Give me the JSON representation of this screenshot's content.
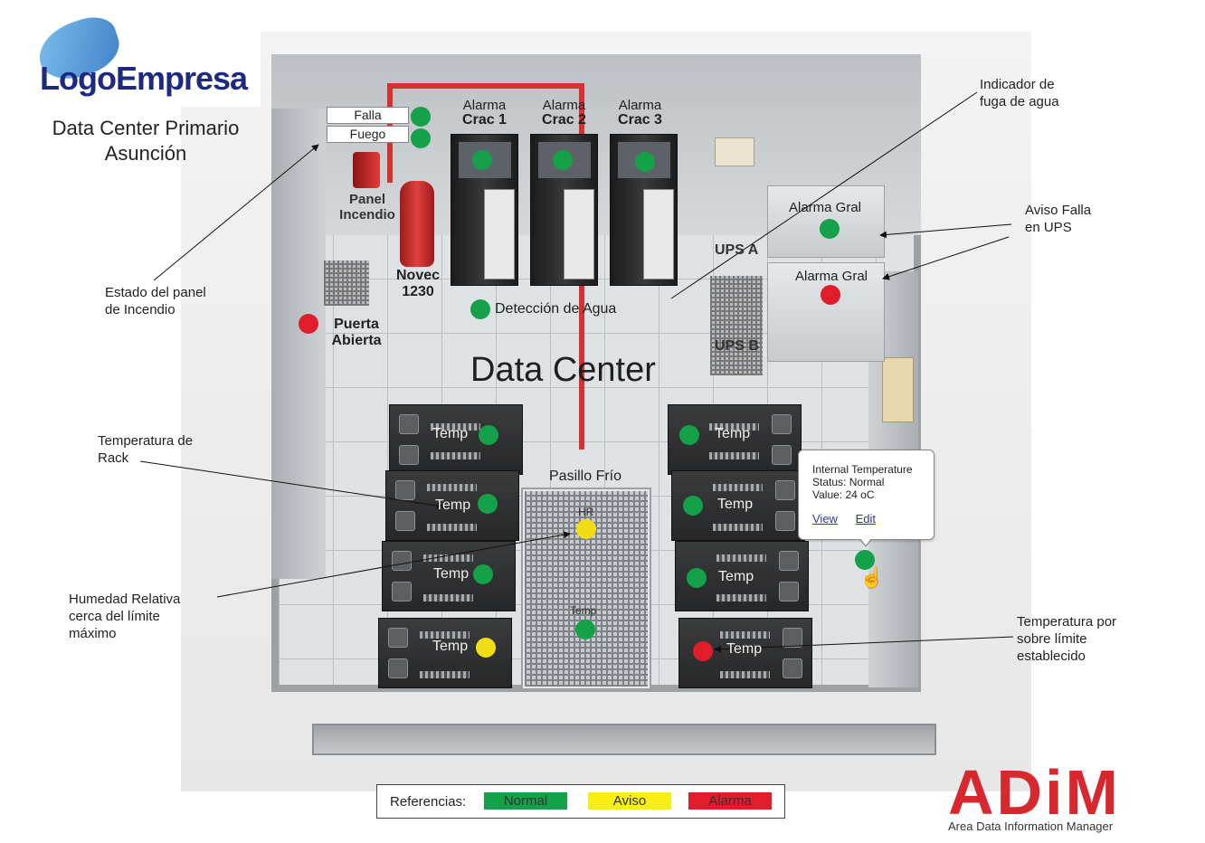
{
  "header": {
    "logo_text": "LogoEmpresa",
    "site_title_line1": "Data Center Primario",
    "site_title_line2": "Asunción"
  },
  "room": {
    "title": "Data Center",
    "cold_aisle_label": "Pasillo Frío"
  },
  "fire": {
    "falla_label": "Falla",
    "fuego_label": "Fuego",
    "panel_label": "Panel",
    "panel_label_2": "Incendio",
    "novec_label": "Novec",
    "novec_label_2": "1230"
  },
  "door": {
    "label": "Puerta",
    "label_2": "Abierta"
  },
  "crac_units": [
    {
      "alarm_label": "Alarma",
      "name": "Crac 1"
    },
    {
      "alarm_label": "Alarma",
      "name": "Crac 2"
    },
    {
      "alarm_label": "Alarma",
      "name": "Crac 3"
    }
  ],
  "water": {
    "label": "Detección de Agua"
  },
  "ups": {
    "a_label": "UPS A",
    "b_label": "UPS B",
    "a_alarm": "Alarma Gral",
    "b_alarm": "Alarma Gral"
  },
  "racks": {
    "temp_label": "Temp",
    "humidity_label": "HR",
    "aisle_temp_label": "Temp"
  },
  "annotations": {
    "water_leak_1": "Indicador de",
    "water_leak_2": "fuga de agua",
    "ups_fail_1": "Aviso Falla",
    "ups_fail_2": "en UPS",
    "fire_panel_1": "Estado del panel",
    "fire_panel_2": "de Incendio",
    "rack_temp_1": "Temperatura de",
    "rack_temp_2": "Rack",
    "humidity_1": "Humedad Relativa",
    "humidity_2": "cerca del límite",
    "humidity_3": "máximo",
    "over_temp_1": "Temperatura por",
    "over_temp_2": "sobre límite",
    "over_temp_3": "establecido"
  },
  "tooltip": {
    "title": "Internal Temperature",
    "status": "Status: Normal",
    "value": "Value: 24 oC",
    "view_link": "View",
    "edit_link": "Edit"
  },
  "legend": {
    "title": "Referencias:",
    "normal": "Normal",
    "aviso": "Aviso",
    "alarma": "Alarma"
  },
  "brand": {
    "mark": "ADiM",
    "subtitle": "Area Data Information Manager"
  },
  "status_colors": {
    "normal": "#15a14a",
    "aviso": "#f2dd14",
    "alarma": "#e11d2b"
  }
}
